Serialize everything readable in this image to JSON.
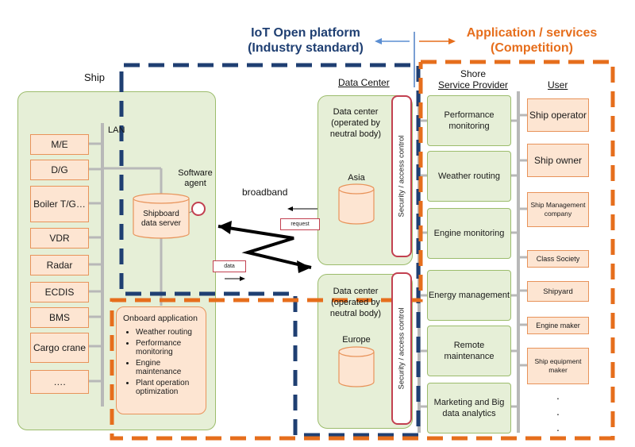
{
  "headers": {
    "iot_line1": "IoT Open platform",
    "iot_line2": "(Industry standard)",
    "app_line1": "Application / services",
    "app_line2": "(Competition)"
  },
  "ship": {
    "title": "Ship",
    "lan": "LAN",
    "equipment": [
      "M/E",
      "D/G",
      "Boiler T/G…",
      "VDR",
      "Radar",
      "ECDIS",
      "BMS",
      "Cargo crane",
      "…."
    ],
    "server": "Shipboard data server",
    "agent": "Software agent",
    "onboard_title": "Onboard application",
    "onboard_items": [
      "Weather routing",
      "Performance monitoring",
      "Engine maintenance",
      "Plant operation optimization"
    ]
  },
  "link": {
    "broadband": "broadband",
    "request": "request",
    "data": "data"
  },
  "datacenter": {
    "column_title": "Data Center",
    "name": "Data center (operated by neutral body)",
    "asia": "Asia",
    "europe": "Europe",
    "security": "Security / access control"
  },
  "provider": {
    "column_title_line1": "Shore",
    "column_title_line2": "Service Provider",
    "services": [
      "Performance monitoring",
      "Weather routing",
      "Engine monitoring",
      "Energy management",
      "Remote maintenance",
      "Marketing and Big data analytics"
    ]
  },
  "user": {
    "column_title": "User",
    "items": [
      "Ship operator",
      "Ship owner",
      "Ship Management company",
      "Class Society",
      "Shipyard",
      "Engine maker",
      "Ship equipment maker"
    ],
    "more": "."
  },
  "colors": {
    "blue": "#1f3f72",
    "orange": "#e66e1c",
    "green_fill": "#e6efd7",
    "peach_fill": "#fde5d2",
    "red": "#c24050"
  }
}
